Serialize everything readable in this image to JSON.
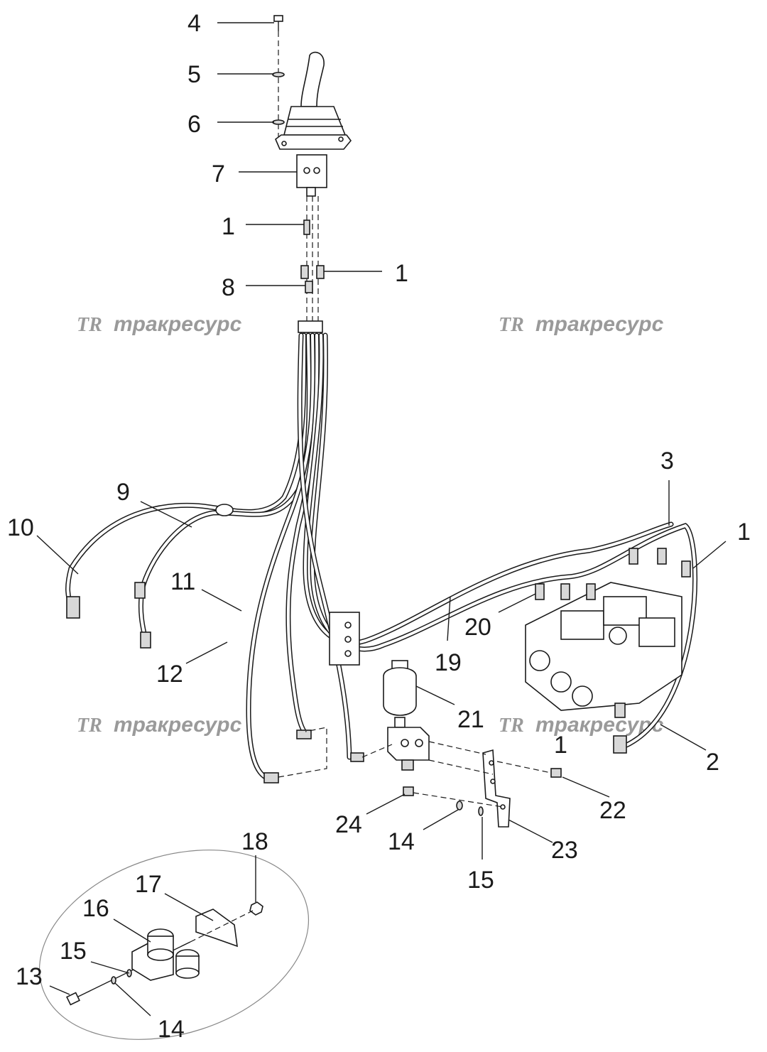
{
  "watermarks": [
    {
      "logo": "TR",
      "text": "тракресурс"
    },
    {
      "logo": "TR",
      "text": "тракресурс"
    },
    {
      "logo": "TR",
      "text": "тракресурс"
    },
    {
      "logo": "TR",
      "text": "тракресурс"
    }
  ],
  "callouts": [
    {
      "id": "c4",
      "label": "4"
    },
    {
      "id": "c5",
      "label": "5"
    },
    {
      "id": "c6",
      "label": "6"
    },
    {
      "id": "c7",
      "label": "7"
    },
    {
      "id": "c1a",
      "label": "1"
    },
    {
      "id": "c1b",
      "label": "1"
    },
    {
      "id": "c8",
      "label": "8"
    },
    {
      "id": "c3",
      "label": "3"
    },
    {
      "id": "c1c",
      "label": "1"
    },
    {
      "id": "c9",
      "label": "9"
    },
    {
      "id": "c10",
      "label": "10"
    },
    {
      "id": "c11",
      "label": "11"
    },
    {
      "id": "c12",
      "label": "12"
    },
    {
      "id": "c20",
      "label": "20"
    },
    {
      "id": "c19",
      "label": "19"
    },
    {
      "id": "c21",
      "label": "21"
    },
    {
      "id": "c1d",
      "label": "1"
    },
    {
      "id": "c2",
      "label": "2"
    },
    {
      "id": "c22",
      "label": "22"
    },
    {
      "id": "c24",
      "label": "24"
    },
    {
      "id": "c14a",
      "label": "14"
    },
    {
      "id": "c23",
      "label": "23"
    },
    {
      "id": "c15a",
      "label": "15"
    },
    {
      "id": "c18",
      "label": "18"
    },
    {
      "id": "c17",
      "label": "17"
    },
    {
      "id": "c16",
      "label": "16"
    },
    {
      "id": "c15b",
      "label": "15"
    },
    {
      "id": "c13",
      "label": "13"
    },
    {
      "id": "c14b",
      "label": "14"
    }
  ]
}
